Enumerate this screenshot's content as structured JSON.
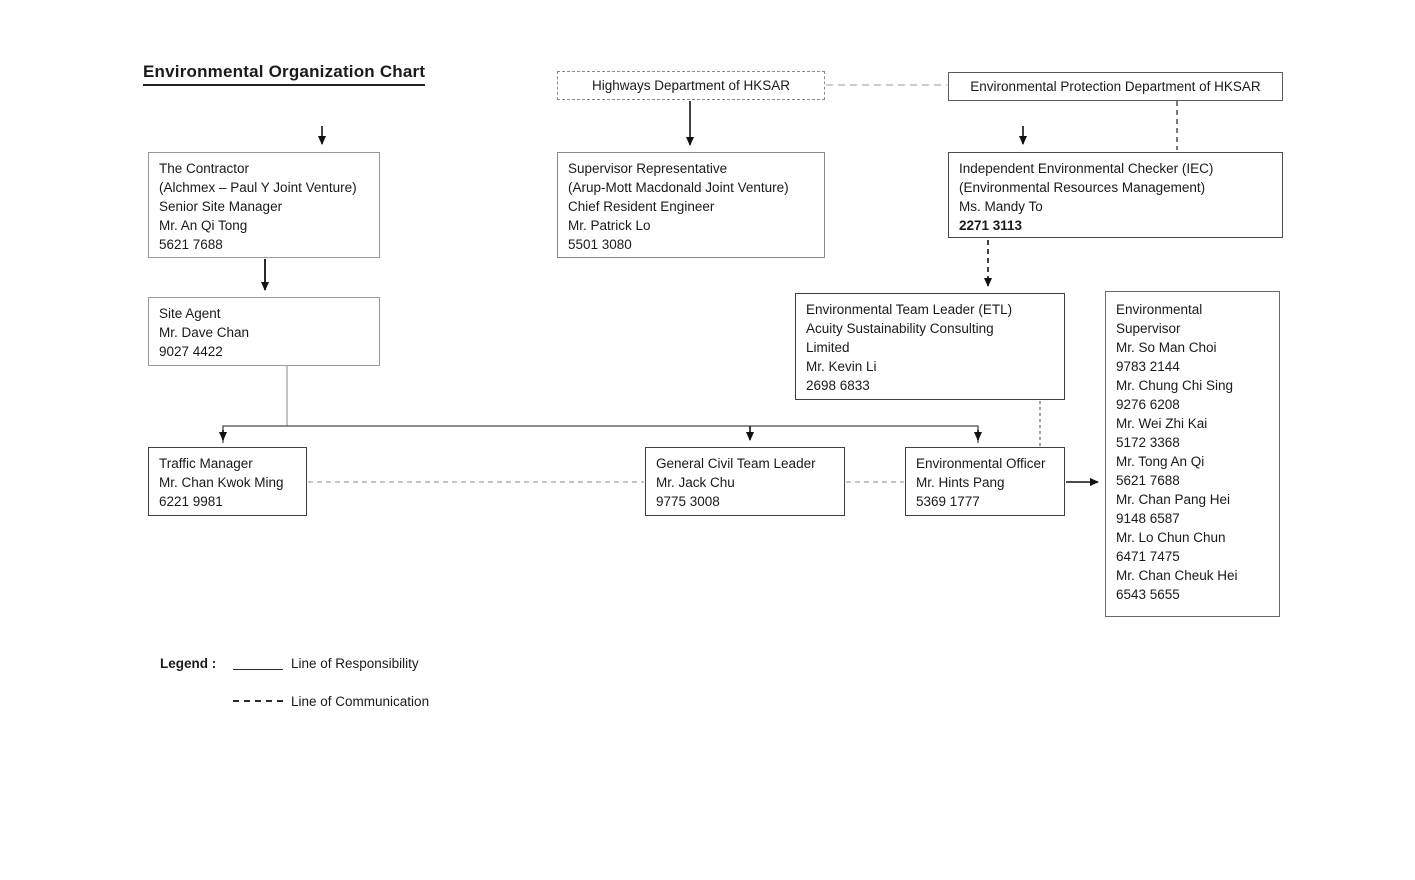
{
  "title": "Environmental Organization Chart",
  "boxes": {
    "highways": {
      "label": "Highways Department of HKSAR"
    },
    "epd": {
      "label": "Environmental Protection Department of HKSAR"
    },
    "contractor": {
      "lines": [
        "The Contractor",
        "(Alchmex – Paul Y Joint Venture)",
        "Senior Site Manager",
        "Mr. An Qi Tong",
        "5621 7688"
      ]
    },
    "supervisor_rep": {
      "lines": [
        "Supervisor Representative",
        "(Arup-Mott Macdonald Joint Venture)",
        "Chief Resident Engineer",
        "Mr. Patrick Lo",
        "5501 3080"
      ]
    },
    "iec": {
      "lines": [
        "Independent Environmental Checker (IEC)",
        "(Environmental Resources Management)",
        "Ms. Mandy To",
        "2271 3113"
      ]
    },
    "site_agent": {
      "lines": [
        "Site Agent",
        "Mr. Dave Chan",
        "9027 4422"
      ]
    },
    "etl": {
      "lines": [
        "Environmental Team Leader (ETL)",
        "Acuity Sustainability Consulting",
        "Limited",
        "Mr. Kevin Li",
        "2698 6833"
      ]
    },
    "env_supervisor": {
      "lines": [
        "Environmental",
        "Supervisor",
        "Mr. So Man Choi",
        "9783 2144",
        "Mr. Chung Chi Sing",
        "9276 6208",
        "Mr. Wei Zhi Kai",
        "5172 3368",
        "Mr. Tong An Qi",
        "5621 7688",
        "Mr. Chan Pang Hei",
        "9148 6587",
        "Mr. Lo Chun Chun",
        "6471 7475",
        "Mr. Chan Cheuk Hei",
        "6543 5655"
      ]
    },
    "traffic_manager": {
      "lines": [
        "Traffic Manager",
        "Mr. Chan Kwok Ming",
        "6221 9981"
      ]
    },
    "gc_team_leader": {
      "lines": [
        "General Civil Team Leader",
        "Mr. Jack Chu",
        "9775 3008"
      ]
    },
    "env_officer": {
      "lines": [
        "Environmental Officer",
        "Mr. Hints Pang",
        "5369 1777"
      ]
    }
  },
  "legend": {
    "heading": "Legend :",
    "items": [
      {
        "style": "solid",
        "label": "Line of Responsibility"
      },
      {
        "style": "dashed",
        "label": "Line of Communication"
      }
    ]
  },
  "colors": {
    "ink": "#1a1a1a",
    "line_solid": "#3a3a3a",
    "line_dashed": "#8a8a8a",
    "background": "#ffffff"
  }
}
